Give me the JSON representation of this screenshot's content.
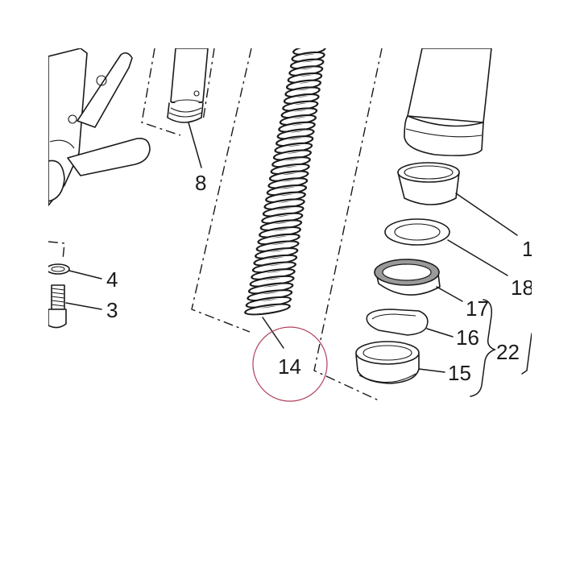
{
  "diagram": {
    "highlight_color": "#b0405a",
    "line_color": "#1a1a1a",
    "background": "#ffffff",
    "callouts": [
      {
        "id": "8",
        "label": "8"
      },
      {
        "id": "4",
        "label": "4"
      },
      {
        "id": "3",
        "label": "3"
      },
      {
        "id": "14",
        "label": "14"
      },
      {
        "id": "1",
        "label": "1"
      },
      {
        "id": "18",
        "label": "18"
      },
      {
        "id": "17",
        "label": "17"
      },
      {
        "id": "16",
        "label": "16"
      },
      {
        "id": "15",
        "label": "15"
      },
      {
        "id": "22",
        "label": "22"
      }
    ],
    "highlighted_callout": "14"
  }
}
